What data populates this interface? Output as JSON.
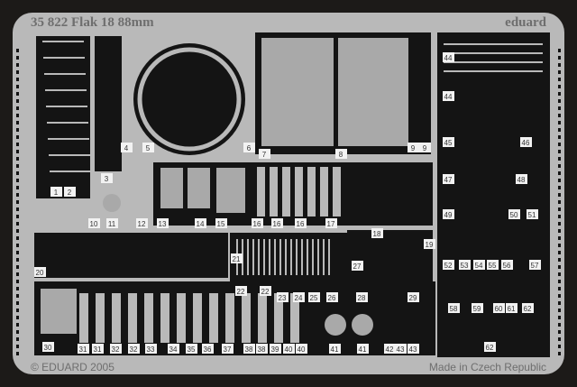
{
  "header": {
    "code_title": "35 822  Flak 18 88mm",
    "brand": "eduard"
  },
  "footer": {
    "copyright": "© EDUARD 2005",
    "origin": "Made in Czech Republic"
  },
  "part_numbers": [
    "1",
    "2",
    "3",
    "4",
    "5",
    "6",
    "7",
    "8",
    "9",
    "9",
    "10",
    "11",
    "12",
    "13",
    "14",
    "15",
    "16",
    "16",
    "16",
    "17",
    "18",
    "19",
    "20",
    "21",
    "22",
    "22",
    "23",
    "24",
    "25",
    "26",
    "27",
    "28",
    "29",
    "30",
    "31",
    "31",
    "32",
    "32",
    "33",
    "34",
    "35",
    "36",
    "37",
    "38",
    "38",
    "39",
    "40",
    "40",
    "41",
    "41",
    "42",
    "43",
    "43",
    "44",
    "44",
    "45",
    "46",
    "47",
    "48",
    "49",
    "50",
    "51",
    "52",
    "53",
    "54",
    "55",
    "56",
    "57",
    "58",
    "59",
    "60",
    "61",
    "62",
    "62"
  ],
  "colors": {
    "background": "#1c1a18",
    "plate": "#b9b9b9",
    "cutout": "#141414",
    "label_bg": "#f2f2f2"
  }
}
